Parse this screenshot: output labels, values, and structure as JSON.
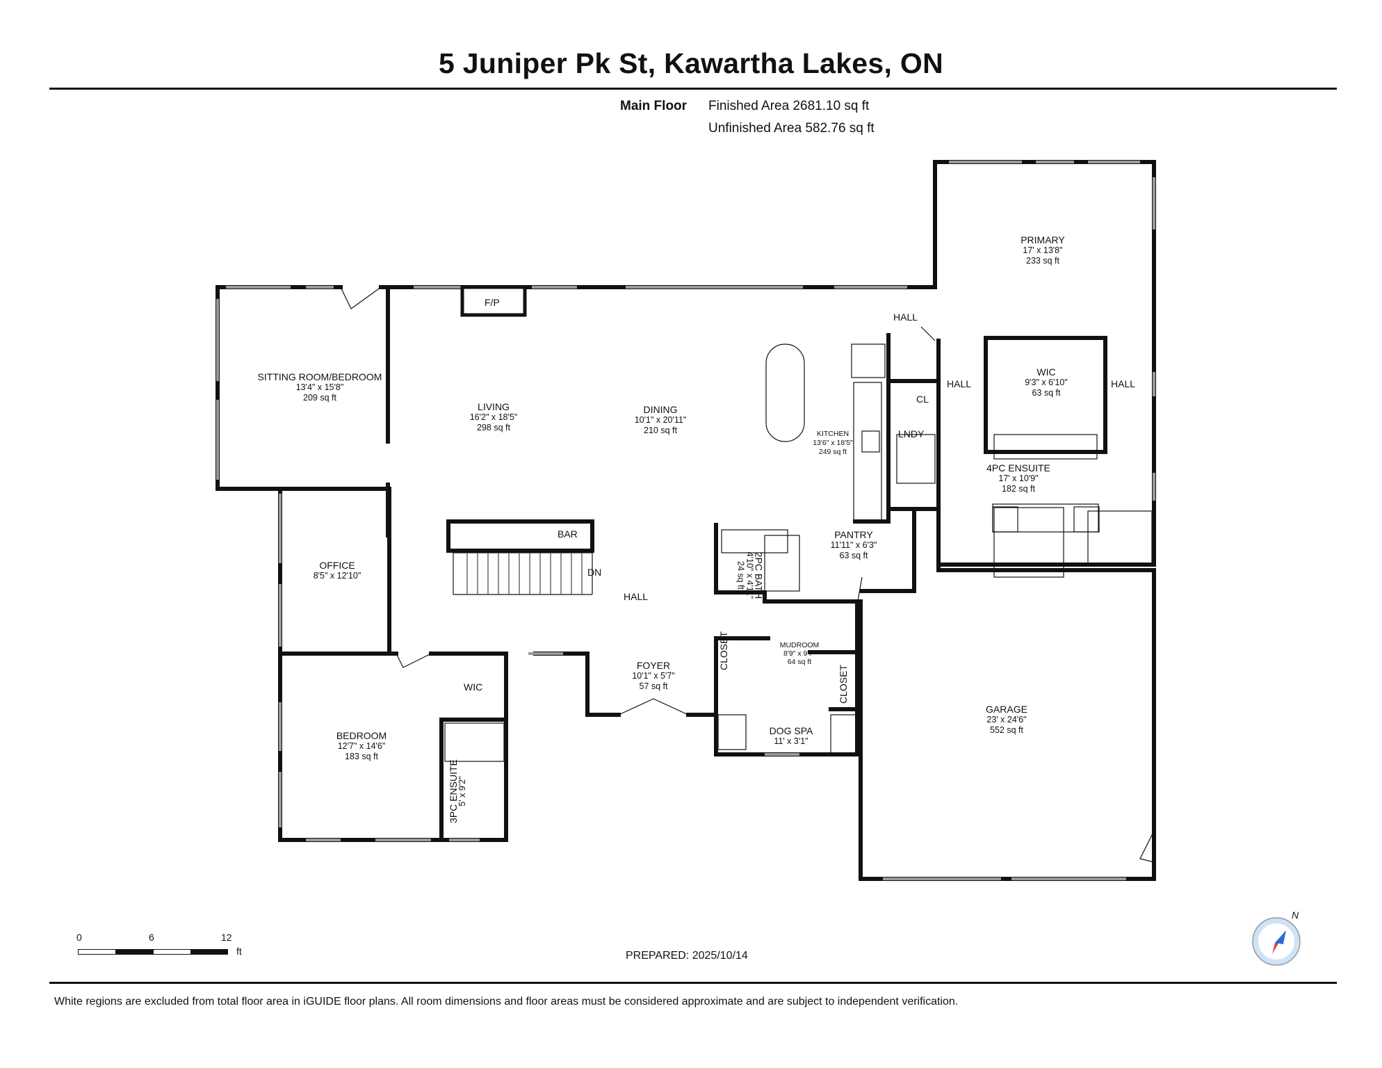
{
  "header": {
    "title": "5 Juniper Pk St, Kawartha Lakes, ON",
    "floor_name": "Main Floor",
    "finished_area": "Finished Area 2681.10 sq ft",
    "unfinished_area": "Unfinished Area 582.76 sq ft"
  },
  "rooms": {
    "sitting": {
      "name": "SITTING ROOM/BEDROOM",
      "dims": "13'4\" x 15'8\"",
      "area": "209 sq ft"
    },
    "living": {
      "name": "LIVING",
      "dims": "16'2\" x 18'5\"",
      "area": "298 sq ft"
    },
    "dining": {
      "name": "DINING",
      "dims": "10'1\" x 20'11\"",
      "area": "210 sq ft"
    },
    "kitchen": {
      "name": "KITCHEN",
      "dims": "13'6\" x 18'5\"",
      "area": "249 sq ft"
    },
    "primary": {
      "name": "PRIMARY",
      "dims": "17' x 13'8\"",
      "area": "233 sq ft"
    },
    "wic_primary": {
      "name": "WIC",
      "dims": "9'3\" x 6'10\"",
      "area": "63 sq ft"
    },
    "ensuite4": {
      "name": "4PC ENSUITE",
      "dims": "17' x 10'9\"",
      "area": "182 sq ft"
    },
    "office": {
      "name": "OFFICE",
      "dims": "8'5\" x 12'10\""
    },
    "pantry": {
      "name": "PANTRY",
      "dims": "11'11\" x 6'3\"",
      "area": "63 sq ft"
    },
    "bath2": {
      "name": "2PC BATH",
      "dims": "4'10\" x 4'11\"",
      "area": "24 sq ft"
    },
    "mudroom": {
      "name": "MUDROOM",
      "dims": "8'9\" x 9'7\"",
      "area": "64 sq ft"
    },
    "foyer": {
      "name": "FOYER",
      "dims": "10'1\" x 5'7\"",
      "area": "57 sq ft"
    },
    "garage": {
      "name": "GARAGE",
      "dims": "23' x 24'6\"",
      "area": "552 sq ft"
    },
    "bedroom": {
      "name": "BEDROOM",
      "dims": "12'7\" x 14'6\"",
      "area": "183 sq ft"
    },
    "ensuite3": {
      "name": "3PC ENSUITE",
      "dims": "5' x 9'2\""
    },
    "dogspa": {
      "name": "DOG SPA",
      "dims": "11' x 3'1\""
    }
  },
  "labels": {
    "fp": "F/P",
    "hall": "HALL",
    "cl": "CL",
    "lndy": "LNDY",
    "bar": "BAR",
    "dn": "DN",
    "wic": "WIC",
    "closet": "CLOSET"
  },
  "scale": {
    "ticks": [
      "0",
      "6",
      "12"
    ],
    "unit": "ft"
  },
  "compass": {
    "north": "N"
  },
  "prepared": "PREPARED: 2025/10/14",
  "footer_note": "White regions are excluded from total floor area in iGUIDE floor plans. All room dimensions and floor areas must be considered approximate and are subject to independent verification.",
  "colors": {
    "wall": "#111111",
    "window": "#9a9a9a",
    "compass_red": "#e53935",
    "compass_blue": "#2a6fd6",
    "compass_ring": "#cfe3f7"
  }
}
